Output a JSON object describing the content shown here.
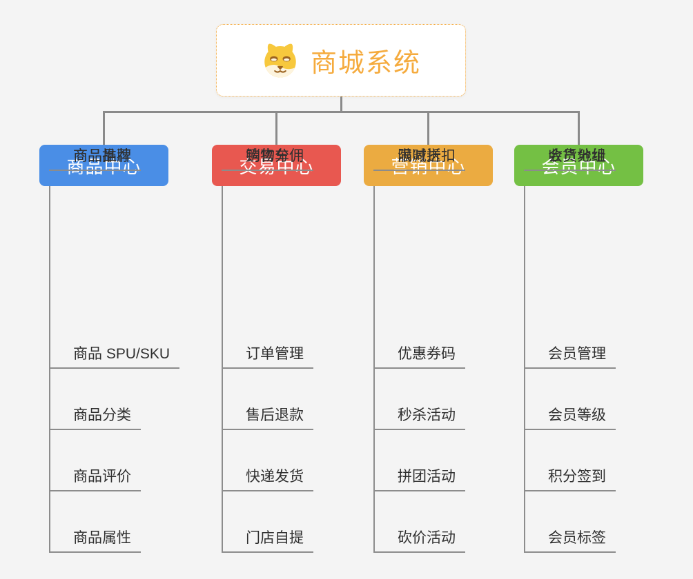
{
  "page": {
    "background": "#f4f4f4",
    "connector_color": "#8a8a8a"
  },
  "root": {
    "title": "商城系统",
    "icon": "dog-face-icon",
    "text_color": "#f5ab3e",
    "border_color": "#f2a93f"
  },
  "branches": [
    {
      "label": "商品中心",
      "color": "#4a8ee6",
      "items": [
        "商品 SPU/SKU",
        "商品分类",
        "商品评价",
        "商品属性",
        "商品推荐",
        "商品品牌"
      ]
    },
    {
      "label": "交易中心",
      "color": "#e85850",
      "items": [
        "订单管理",
        "售后退款",
        "快递发货",
        "门店自提",
        "购物车",
        "销售分佣"
      ]
    },
    {
      "label": "营销中心",
      "color": "#ebab41",
      "items": [
        "优惠券码",
        "秒杀活动",
        "拼团活动",
        "砍价活动",
        "限时折扣",
        "满减送"
      ]
    },
    {
      "label": "会员中心",
      "color": "#74c044",
      "items": [
        "会员管理",
        "会员等级",
        "积分签到",
        "会员标签",
        "会员分组",
        "收货地址"
      ]
    }
  ]
}
